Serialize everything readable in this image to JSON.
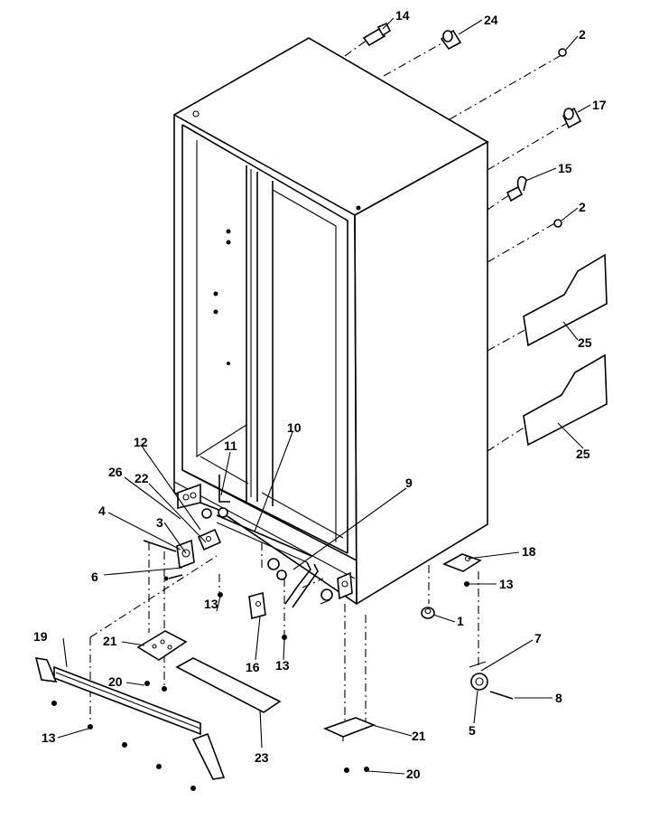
{
  "diagram": {
    "part_numbers": [
      "14",
      "24",
      "2",
      "17",
      "15",
      "2",
      "25",
      "25",
      "12",
      "11",
      "10",
      "26",
      "22",
      "4",
      "3",
      "6",
      "9",
      "18",
      "13",
      "13",
      "1",
      "13",
      "16",
      "13",
      "7",
      "8",
      "5",
      "19",
      "21",
      "20",
      "13",
      "23",
      "21",
      "20"
    ],
    "colors": {
      "line": "#000000",
      "background": "#ffffff"
    }
  }
}
